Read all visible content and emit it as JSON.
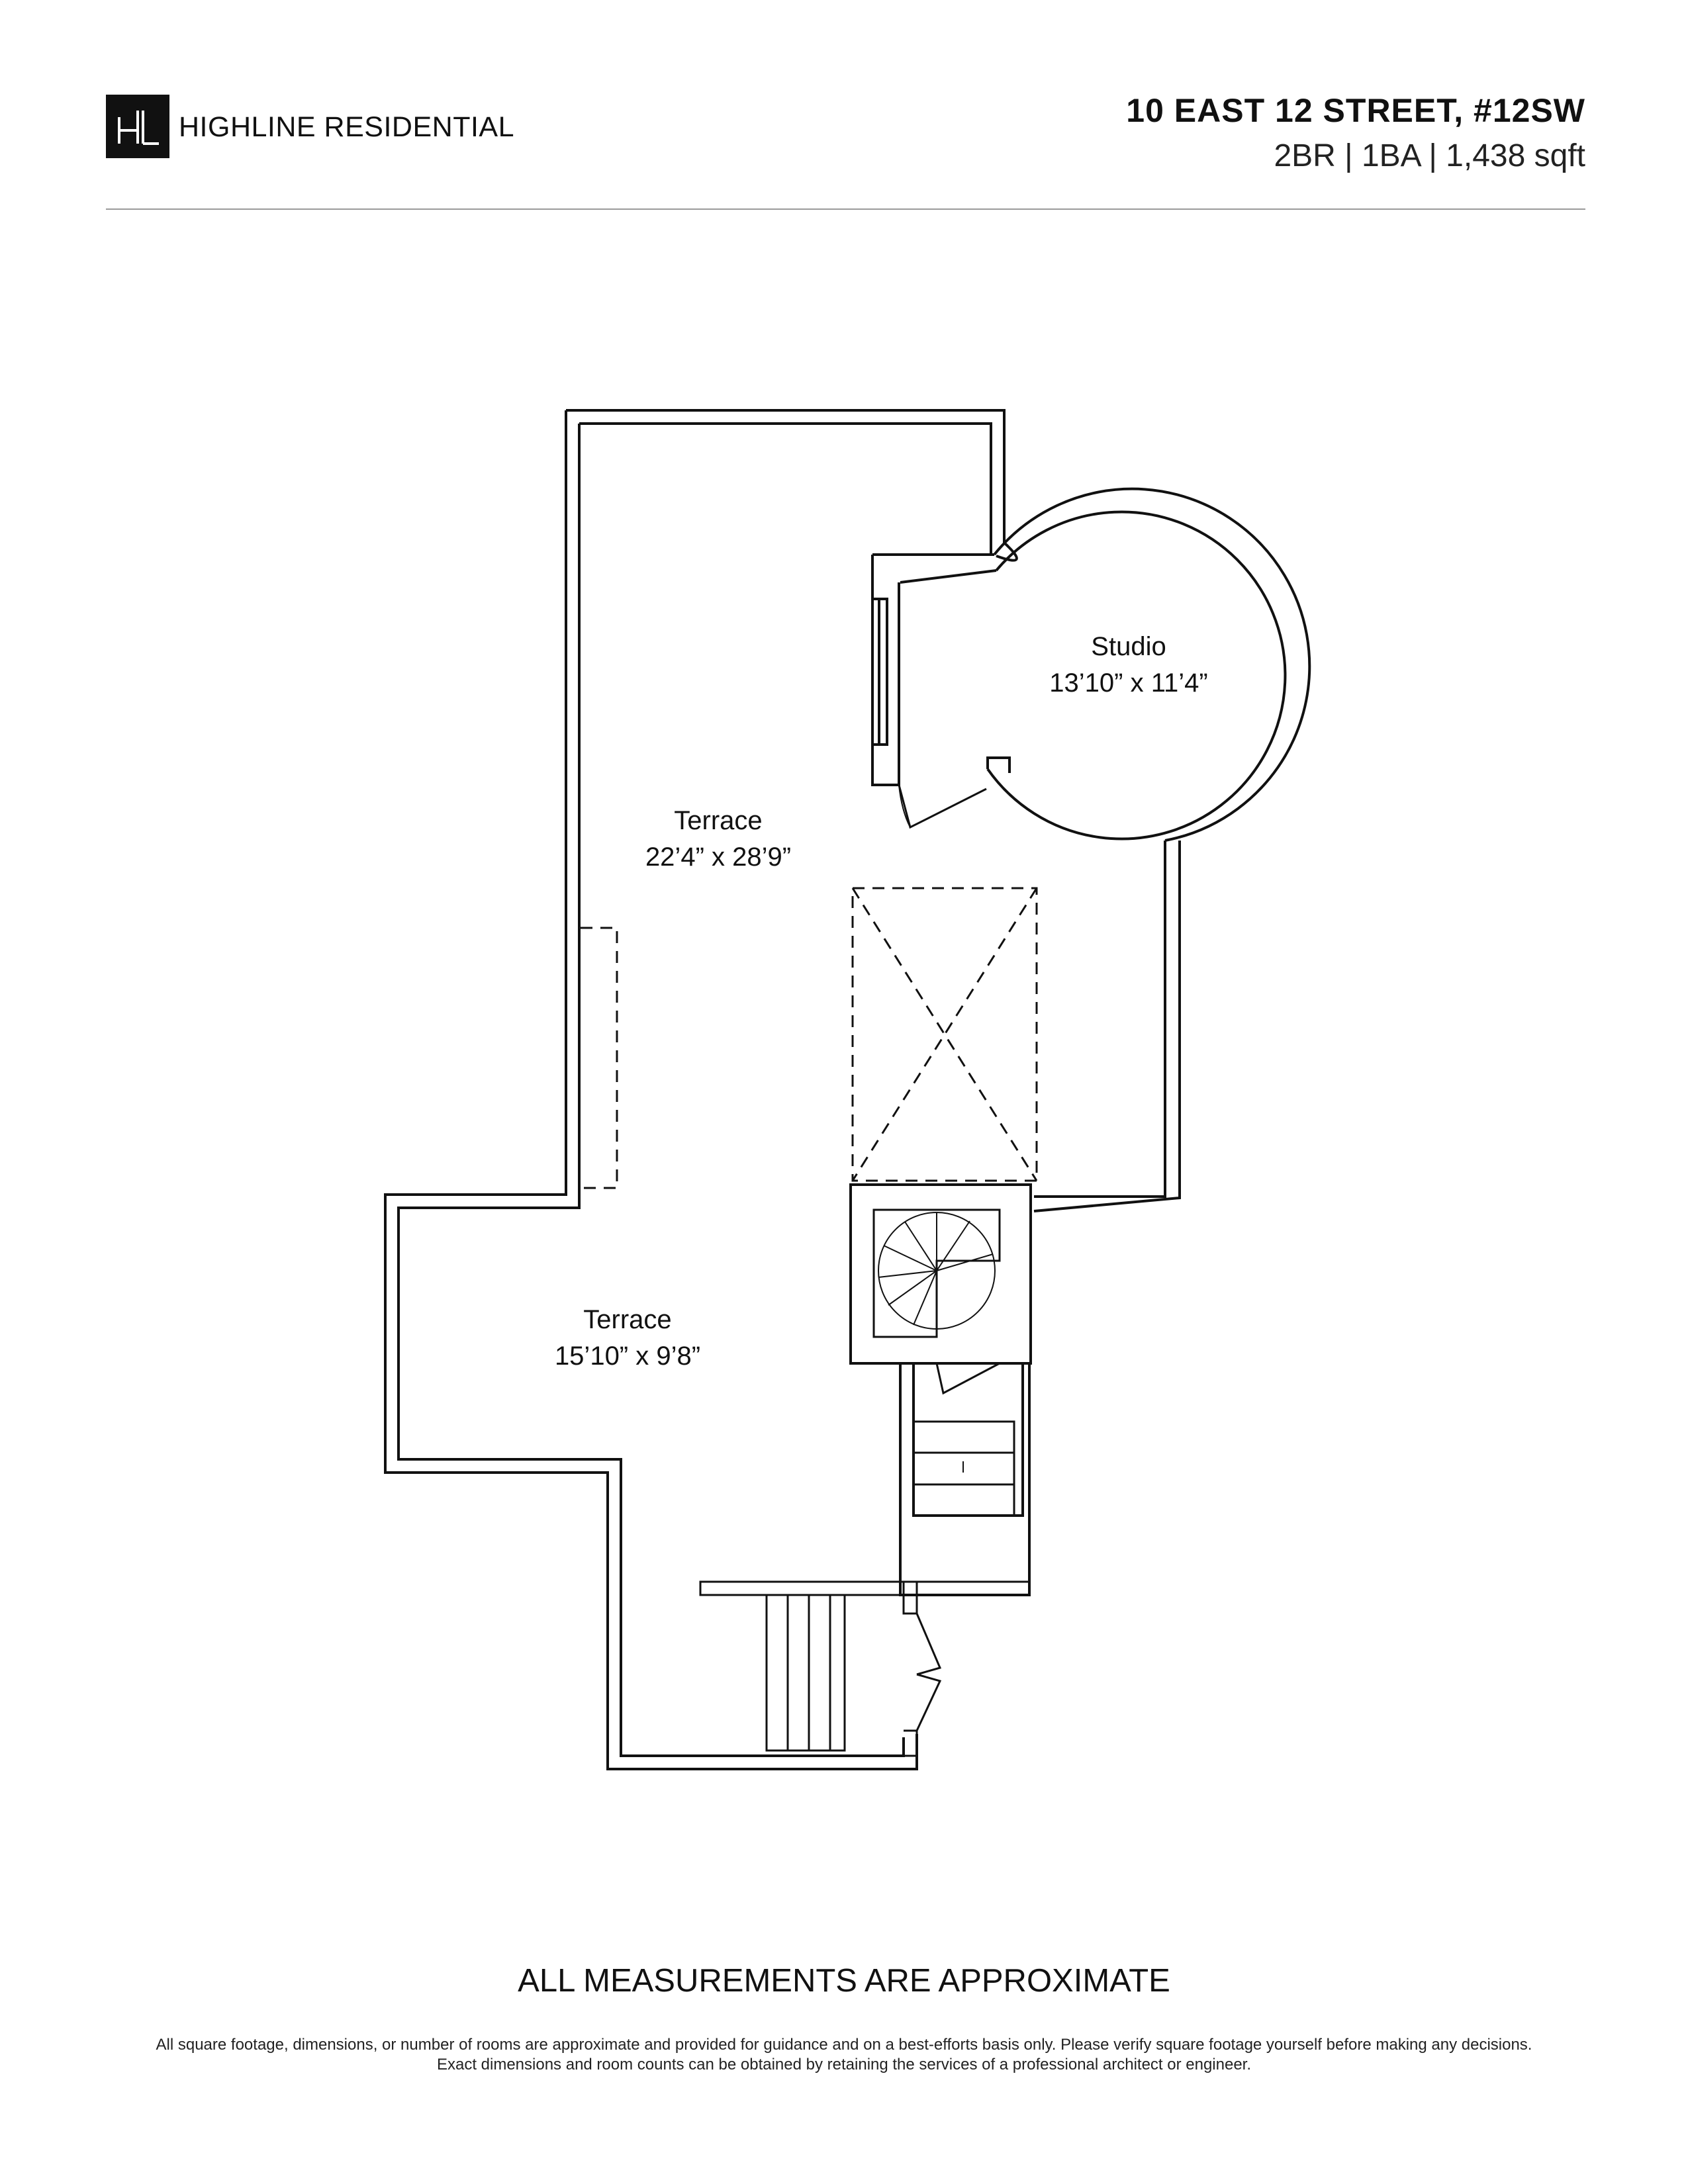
{
  "header": {
    "logo_initials": "HL",
    "brand_name": "HIGHLINE RESIDENTIAL",
    "address": "10 EAST 12 STREET, #12SW",
    "specs": "2BR | 1BA | 1,438 sqft"
  },
  "floorplan": {
    "rooms": [
      {
        "name": "Studio",
        "dimensions": "13’10” x 11’4”"
      },
      {
        "name": "Terrace",
        "dimensions": "22’4” x 28’9”"
      },
      {
        "name": "Terrace",
        "dimensions": "15’10” x 9’8”"
      }
    ]
  },
  "footer": {
    "title": "ALL MEASUREMENTS ARE APPROXIMATE",
    "disclaimer": "All square footage, dimensions, or number of rooms are approximate and provided for guidance and on a best-efforts basis only. Please verify square footage yourself before making any decisions. Exact dimensions and room counts can be obtained by retaining the services of a professional architect or engineer."
  },
  "colors": {
    "ink": "#111111",
    "rule": "#9a9a9a",
    "background": "#ffffff"
  }
}
